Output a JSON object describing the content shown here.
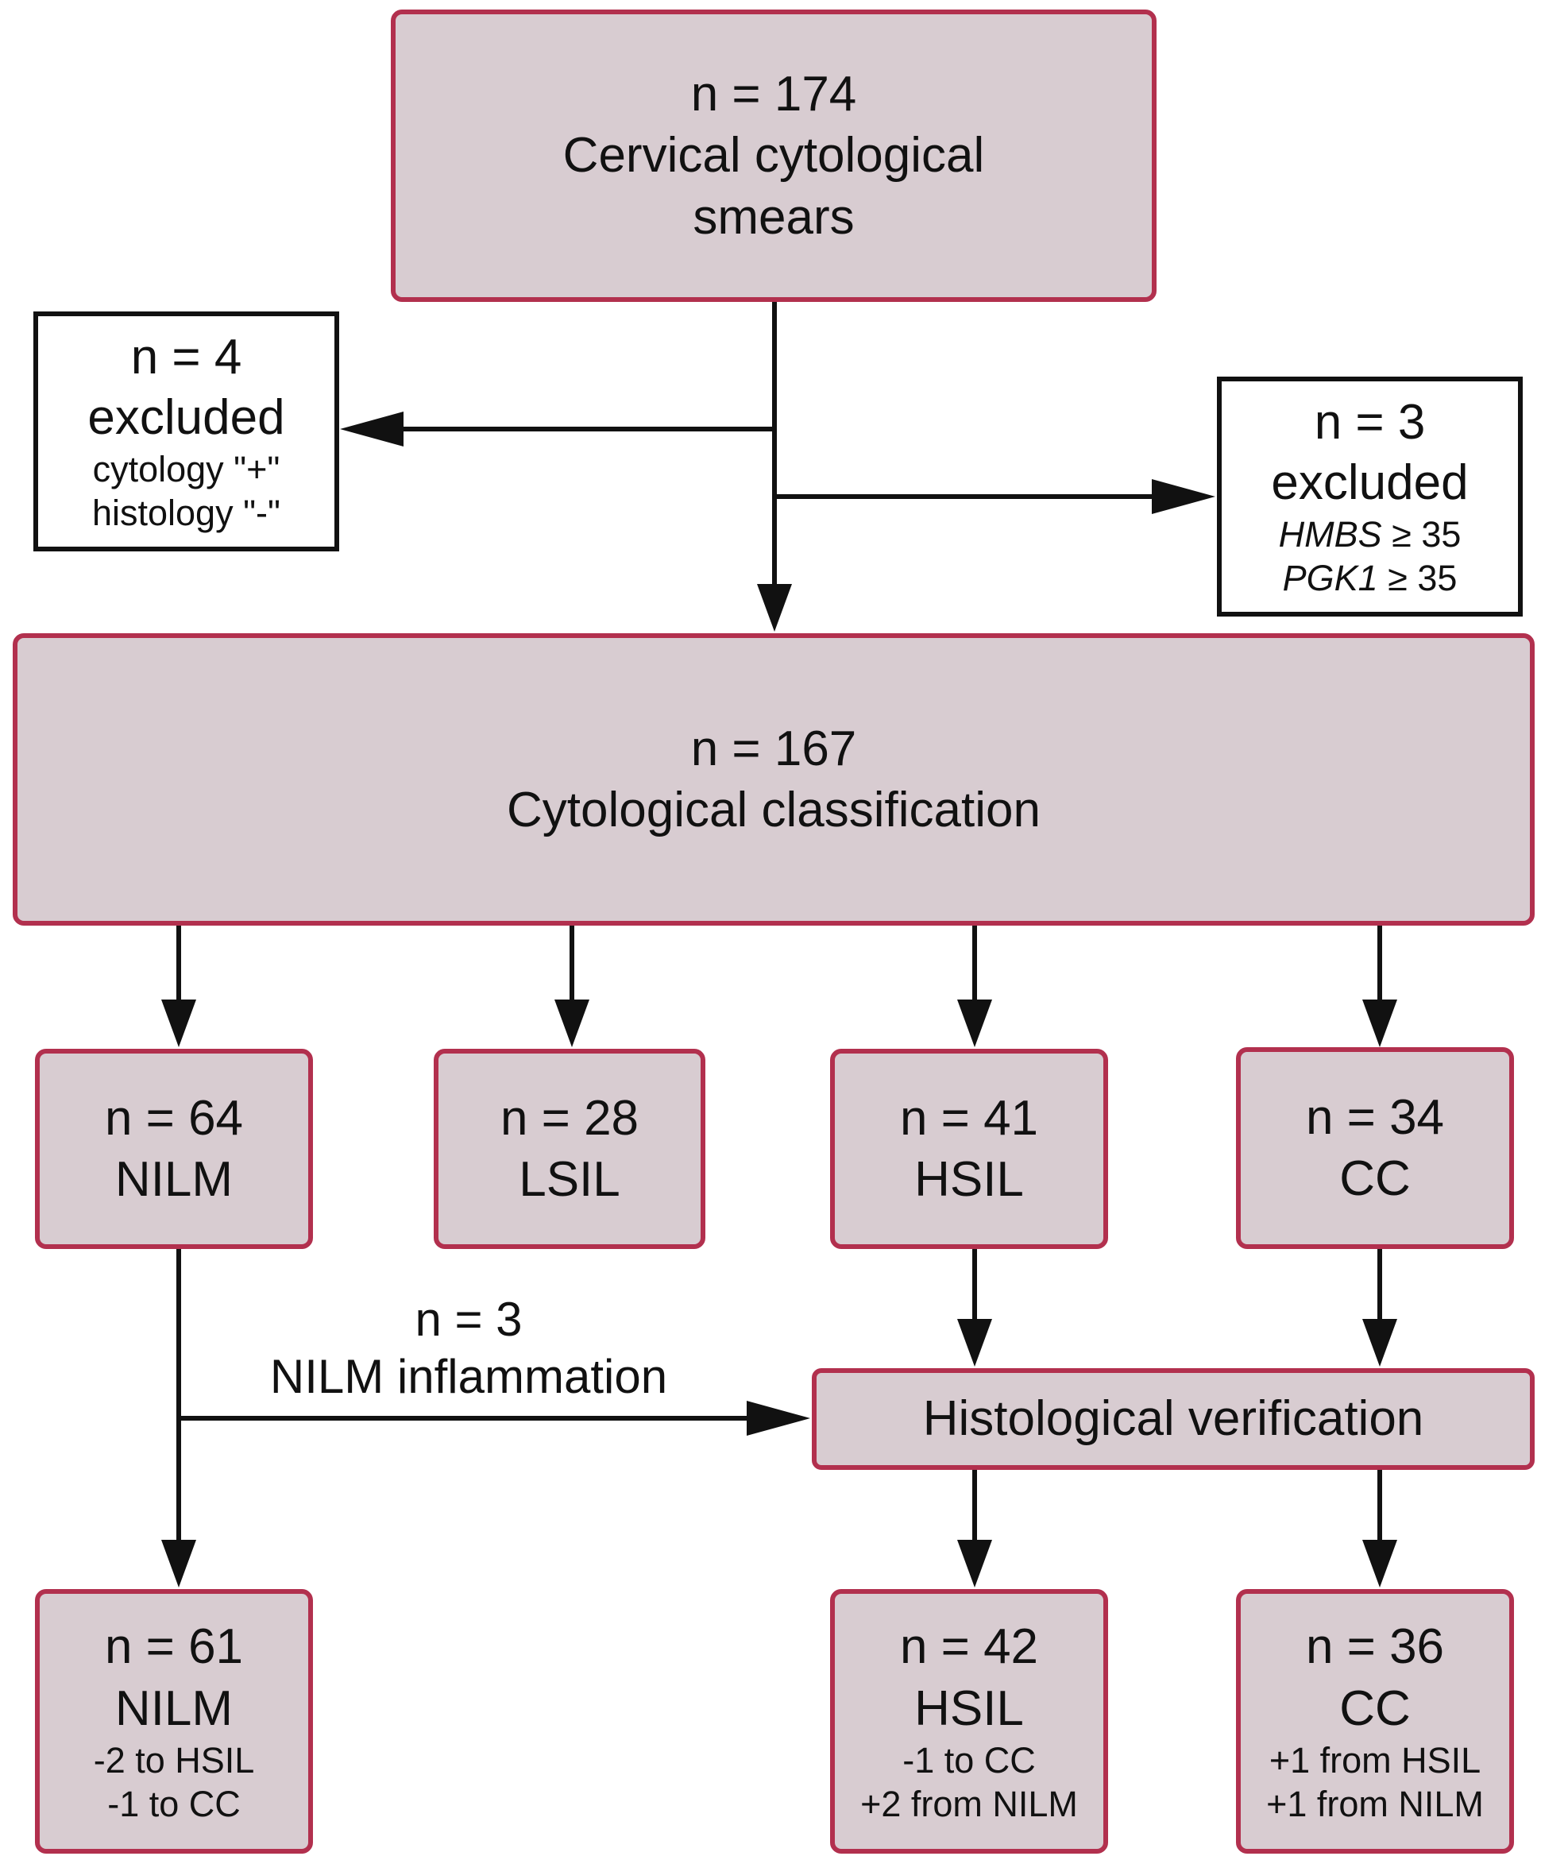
{
  "top": {
    "n": "n = 174",
    "line1": "Cervical cytological",
    "line2": "smears"
  },
  "excluded_left": {
    "n": "n = 4",
    "label": "excluded",
    "d1": "cytology \"+\"",
    "d2": "histology \"-\""
  },
  "excluded_right": {
    "n": "n = 3",
    "label": "excluded",
    "d1_gene": "HMBS",
    "d1_rest": " ≥ 35",
    "d2_gene": "PGK1",
    "d2_rest": " ≥ 35"
  },
  "classification": {
    "n": "n = 167",
    "label": "Cytological classification"
  },
  "categories": [
    {
      "n": "n = 64",
      "label": "NILM"
    },
    {
      "n": "n = 28",
      "label": "LSIL"
    },
    {
      "n": "n = 41",
      "label": "HSIL"
    },
    {
      "n": "n = 34",
      "label": "CC"
    }
  ],
  "inflammation": {
    "n": "n = 3",
    "label": "NILM inflammation"
  },
  "verification": {
    "label": "Histological verification"
  },
  "results": [
    {
      "n": "n = 61",
      "label": "NILM",
      "d1": "-2 to HSIL",
      "d2": "-1 to CC"
    },
    {
      "n": "n = 42",
      "label": "HSIL",
      "d1": "-1 to CC",
      "d2": "+2 from NILM"
    },
    {
      "n": "n = 36",
      "label": "CC",
      "d1": "+1 from HSIL",
      "d2": "+1 from NILM"
    }
  ]
}
